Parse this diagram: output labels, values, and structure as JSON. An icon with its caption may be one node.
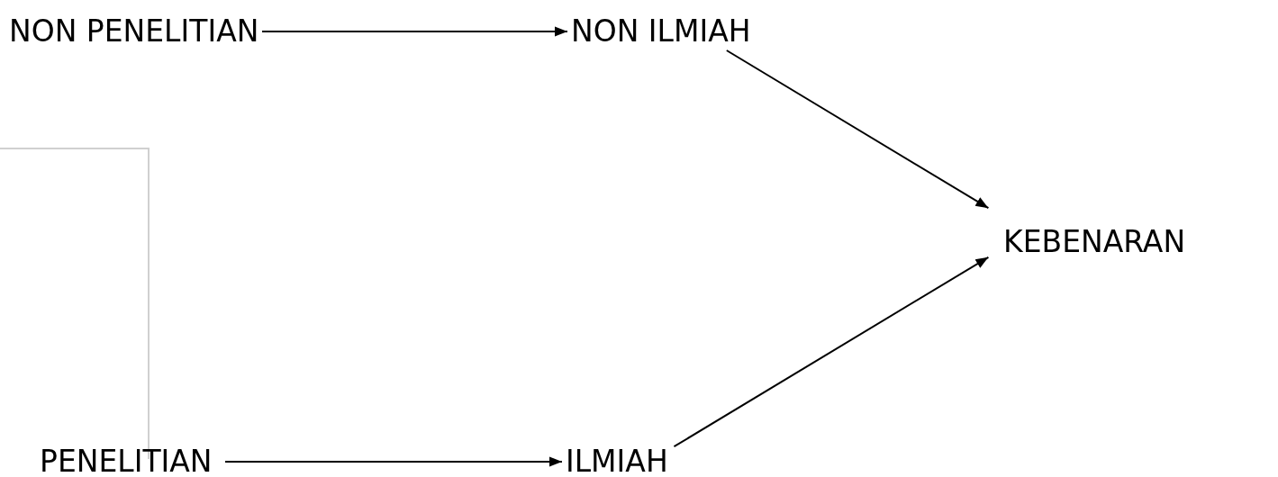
{
  "diagram": {
    "nodes": [
      {
        "text": [
          "NON PENELITIAN"
        ]
      },
      {
        "text": [
          "NON ILMIAH"
        ]
      },
      {
        "text": [
          "KEBENARAN"
        ]
      },
      {
        "text": [
          "PENELITIAN"
        ]
      },
      {
        "text": [
          "ILMIAH"
        ]
      }
    ],
    "edges": [
      {
        "from": 0,
        "to": 1,
        "arrow": "to"
      },
      {
        "from": 1,
        "to": 2,
        "arrow": "to"
      },
      {
        "from": 3,
        "to": 4,
        "arrow": "to"
      },
      {
        "from": 4,
        "to": 2,
        "arrow": "to"
      }
    ]
  }
}
